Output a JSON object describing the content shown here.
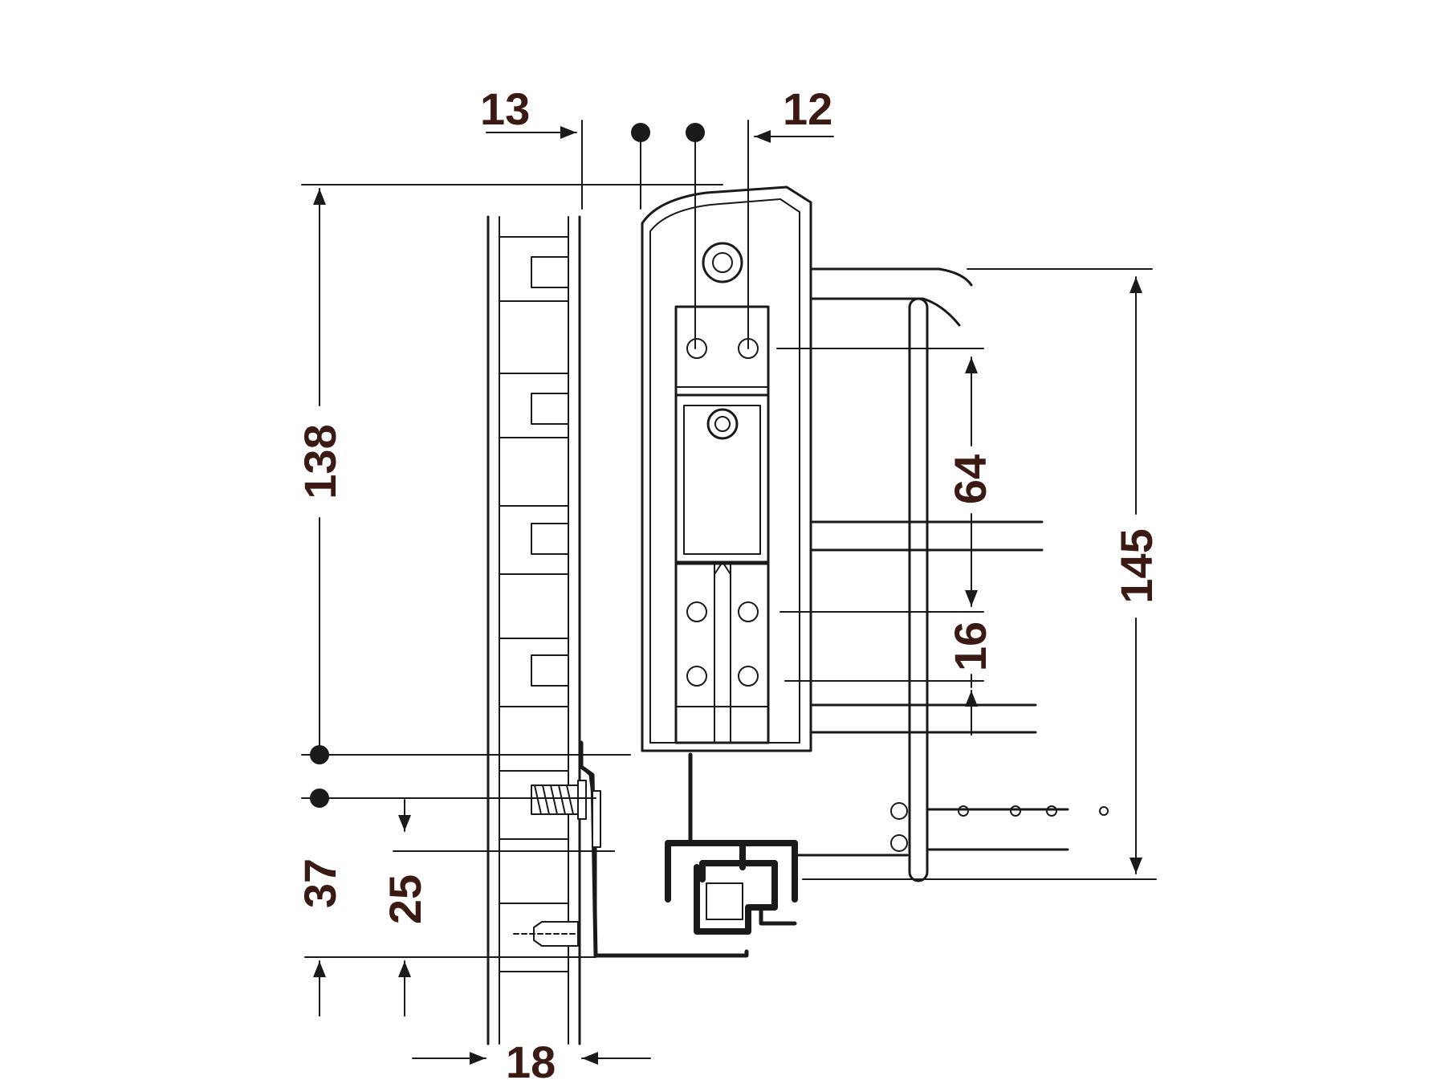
{
  "colors": {
    "dimension_text": "#3b1a14",
    "line": "#1a1a1a",
    "background": "#ffffff"
  },
  "dimensions": {
    "d13": "13",
    "d12": "12",
    "d138": "138",
    "d64": "64",
    "d145": "145",
    "d16": "16",
    "d37": "37",
    "d25": "25",
    "d18": "18"
  }
}
